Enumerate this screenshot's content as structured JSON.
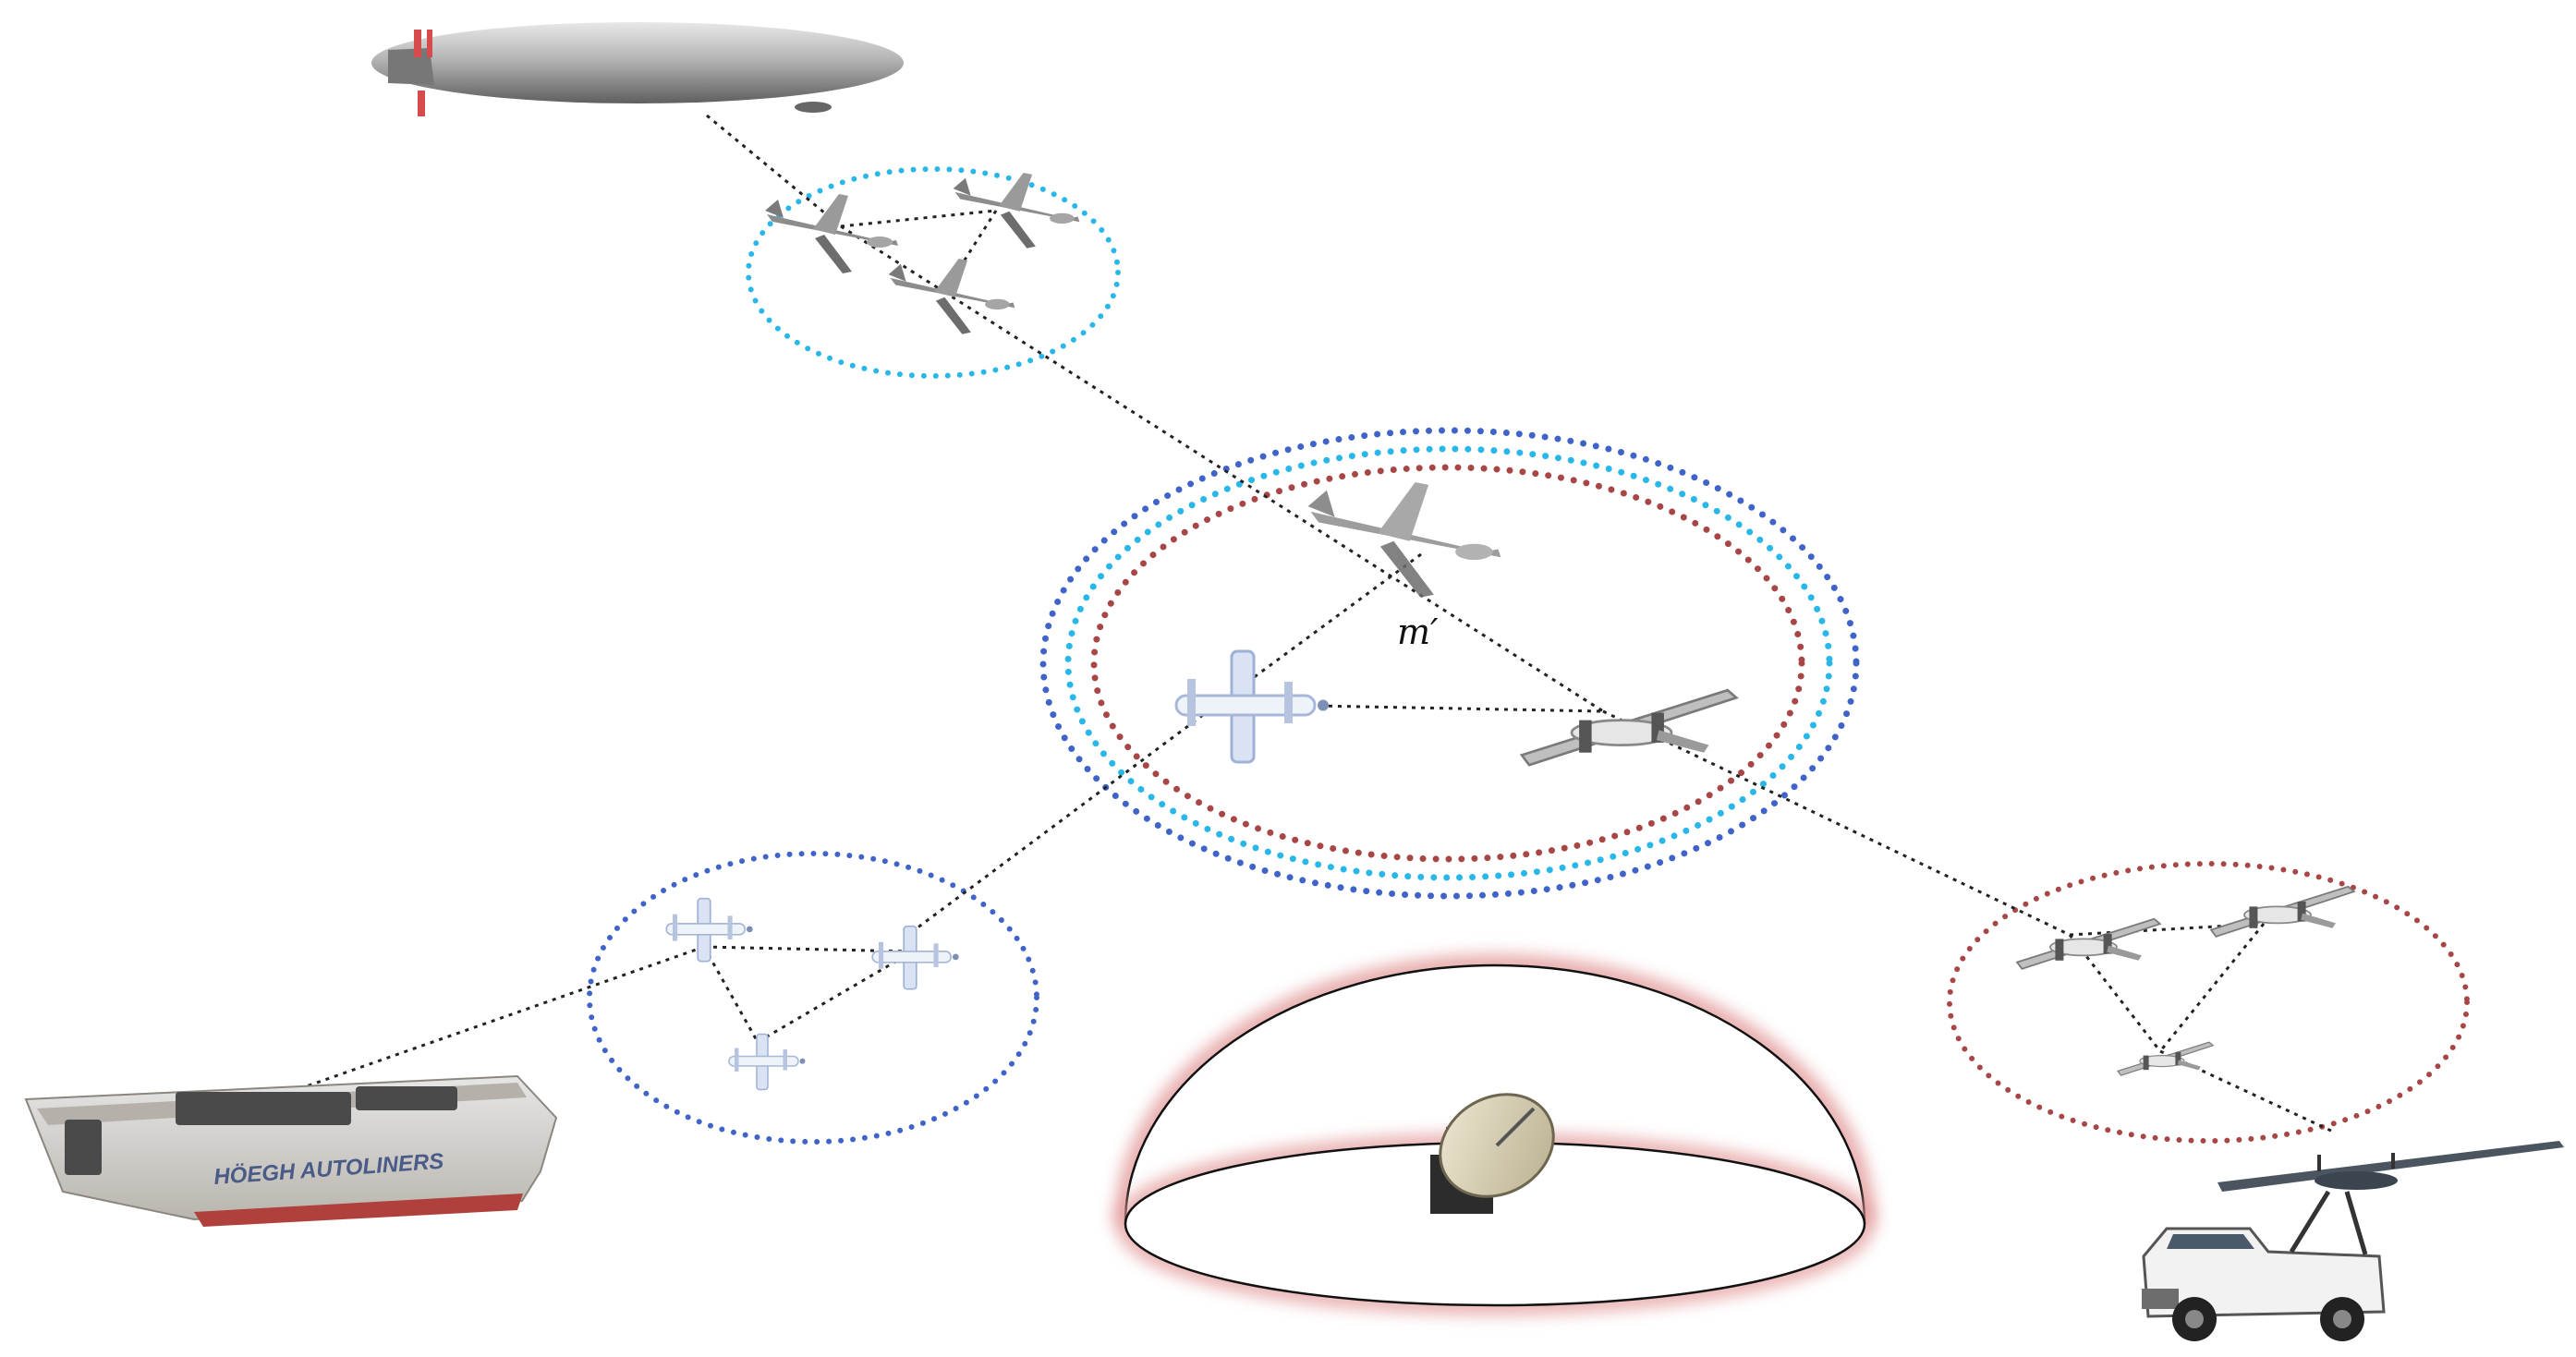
{
  "diagram": {
    "center_label": "m′",
    "ship_text": "HÖEGH AUTOLINERS",
    "colors": {
      "cyan": "#29b6e8",
      "blue": "#3f63c8",
      "red": "#a84646",
      "link": "#222222",
      "dome_glow": "#e39a9a"
    },
    "nodes": [
      {
        "id": "airship",
        "icon": "airship-icon"
      },
      {
        "id": "cyan-cluster",
        "icon": "predator-drone-icon",
        "count": 3
      },
      {
        "id": "central-cluster",
        "icon": "mixed-uav-icon",
        "count": 3
      },
      {
        "id": "blue-cluster",
        "icon": "vtol-drone-icon",
        "count": 3
      },
      {
        "id": "red-cluster",
        "icon": "fixed-wing-drone-icon",
        "count": 3
      },
      {
        "id": "ship",
        "icon": "ship-icon"
      },
      {
        "id": "ground-station",
        "icon": "satellite-dish-icon"
      },
      {
        "id": "truck",
        "icon": "pickup-truck-icon"
      }
    ]
  }
}
